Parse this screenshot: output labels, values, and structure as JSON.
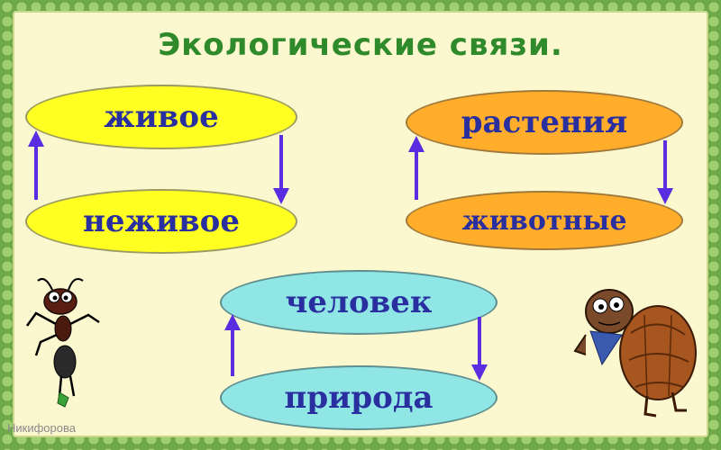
{
  "title": "Экологические связи.",
  "pairs": [
    {
      "top": "живое",
      "bottom": "неживое",
      "color": "#ffff22"
    },
    {
      "top": "растения",
      "bottom": "животные",
      "color": "#ffad2a"
    },
    {
      "top": "человек",
      "bottom": "природа",
      "color": "#8fe6e4"
    }
  ],
  "credit": "Никифорова",
  "colors": {
    "arrow": "#5a2ee0",
    "label": "#2a2fa0",
    "title": "#2e8a2a"
  },
  "decorations": [
    "ant-illustration",
    "turtle-illustration"
  ]
}
